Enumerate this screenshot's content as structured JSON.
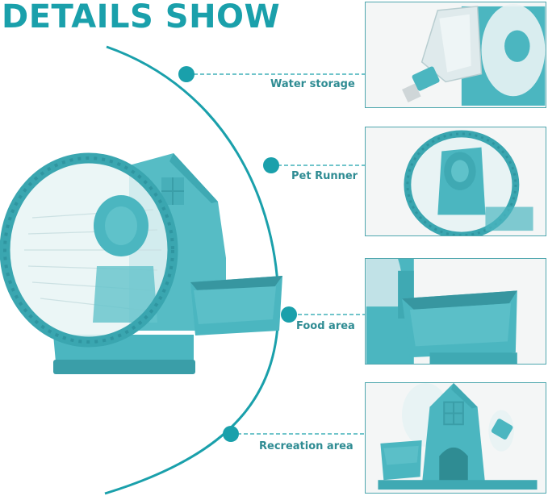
{
  "header": {
    "title": "DETAILS SHOW"
  },
  "features": [
    {
      "label": "Water storage"
    },
    {
      "label": "Pet Runner"
    },
    {
      "label": "Food area"
    },
    {
      "label": "Recreation area"
    }
  ],
  "colors": {
    "accent": "#1aa0ab",
    "label": "#2f8c93",
    "product": "#4bb6c0",
    "product_dark": "#3a9ea8",
    "frame": "#4fa7ae"
  }
}
